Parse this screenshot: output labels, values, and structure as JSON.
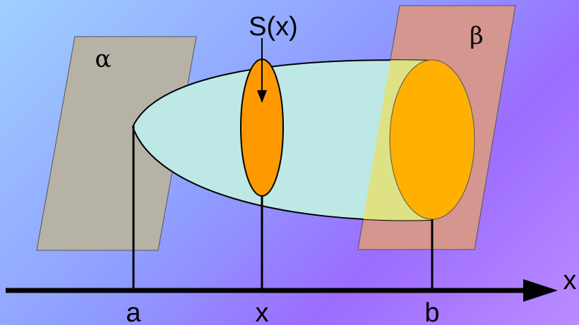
{
  "labels": {
    "cross_section": "S(x)",
    "plane_alpha": "α",
    "plane_beta": "β",
    "axis": "x",
    "tick_a": "a",
    "tick_x": "x",
    "tick_b": "b"
  },
  "colors": {
    "background_start": "#9fd0ff",
    "background_end": "#b98cff",
    "plane_alpha_fill": "#b6b2a6",
    "plane_beta_fill": "#d4968e",
    "solid_body_fill": "#bde8e6",
    "solid_body_overlap_fill": "#e0e27e",
    "cross_section_fill": "#ff9900",
    "end_section_fill": "#ffb000",
    "line_color": "#000000"
  }
}
